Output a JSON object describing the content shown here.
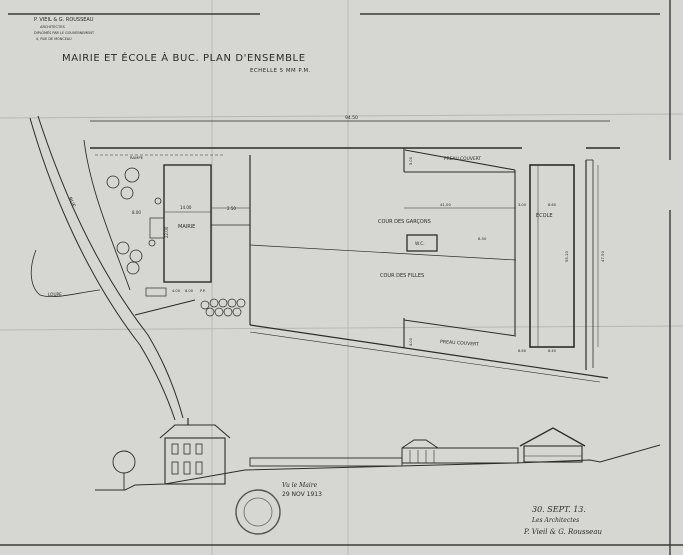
{
  "sheet": {
    "architect_block": [
      "P. VIEIL & G. ROUSSEAU",
      "ARCHITECTES",
      "DIPLÔMÉS PAR LE GOUVERNEMENT",
      "4, RUE DE MONCEAU"
    ],
    "title": "MAIRIE ET ÉCOLE À BUC. PLAN D'ENSEMBLE",
    "scale": "ECHELLE 5 MM P.M."
  },
  "plan": {
    "street_label": "RUE",
    "lane_label": "LOUPE",
    "mairie_label": "MAIRIE",
    "ecole_label": "ÉCOLE",
    "wc_label": "W.C.",
    "preau_top": "PREAU COUVERT",
    "preau_bottom": "PREAU COUVERT",
    "cour_garcons": "COUR DES GARÇONS",
    "cour_filles": "COUR DES FILLES",
    "dims": {
      "overall_width": "94.50",
      "rampe": "RAMPE",
      "mairie_width": "14.00",
      "mairie_gap": "2.50",
      "offset_left": "8.00",
      "mairie_depth": "22.00",
      "cour_width": "41.00",
      "ecole_gap1": "3.00",
      "ecole_width": "8.60",
      "ecole_length": "55.10",
      "right_length": "47.50",
      "preau_top_depth": "5.00",
      "wc_dim": "8.50",
      "side_dims": [
        "4.00",
        "8.00",
        "P.P."
      ],
      "preau_bottom_depth": "4.00",
      "bottom_left": "8.60",
      "bottom_right": "8.40"
    }
  },
  "footer": {
    "date": "30. SEPT. 13.",
    "signature_caption": "Les Architectes",
    "signature": "P. Vieil & G. Rousseau",
    "stamp_text": "Vu le Maire",
    "stamp_date": "29 NOV 1913"
  }
}
